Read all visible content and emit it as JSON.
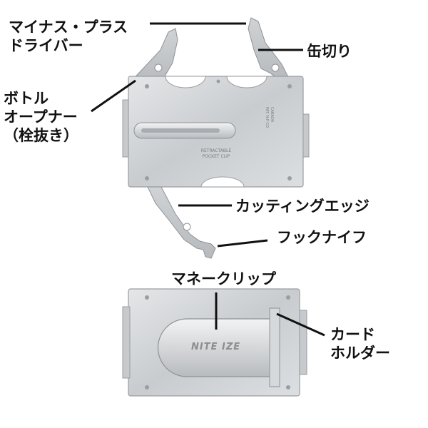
{
  "labels": {
    "screwdriver": [
      "マイナス・プラス",
      "ドライバー"
    ],
    "can_opener": "缶切り",
    "bottle_opener": [
      "ボトル",
      "オープナー",
      "（栓抜き）"
    ],
    "cutting_edge": "カッティングエッジ",
    "hook_knife": "フックナイフ",
    "money_clip": "マネークリップ",
    "card_holder": [
      "カード",
      "ホルダー"
    ]
  },
  "product": {
    "clip_text": [
      "RETRACTABLE",
      "POCKET CLIP"
    ],
    "side_text": [
      "CANADA",
      "PAT. N-P-CO"
    ],
    "brand": "NITE IZE"
  }
}
